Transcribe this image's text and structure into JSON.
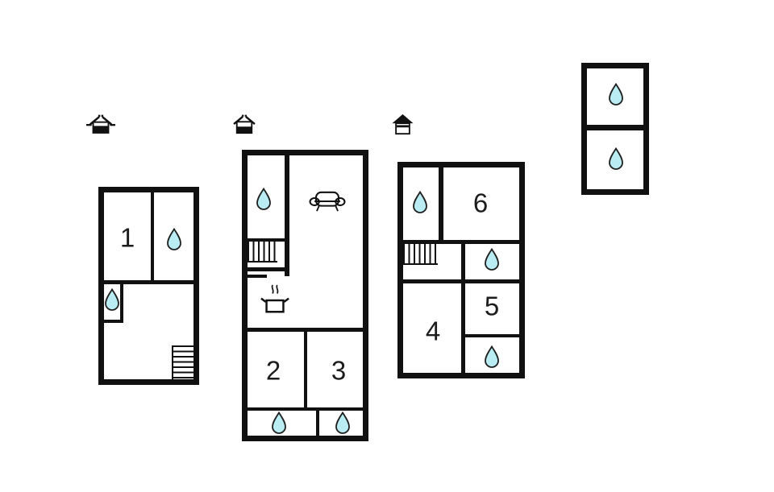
{
  "colors": {
    "wall": "#111111",
    "background": "#ffffff",
    "water_drop_fill": "#b9edf3",
    "water_drop_outline": "#1f1f1f",
    "label_text": "#1c1c1c"
  },
  "room_labels": {
    "room1": "1",
    "room2": "2",
    "room3": "3",
    "room4": "4",
    "room5": "5",
    "room6": "6"
  },
  "legend": {
    "floor_icons": [
      "basement-level",
      "ground-floor",
      "top-floor"
    ],
    "feature_icons": [
      "water-drop",
      "sofa",
      "cooking-pot",
      "stairs"
    ]
  }
}
